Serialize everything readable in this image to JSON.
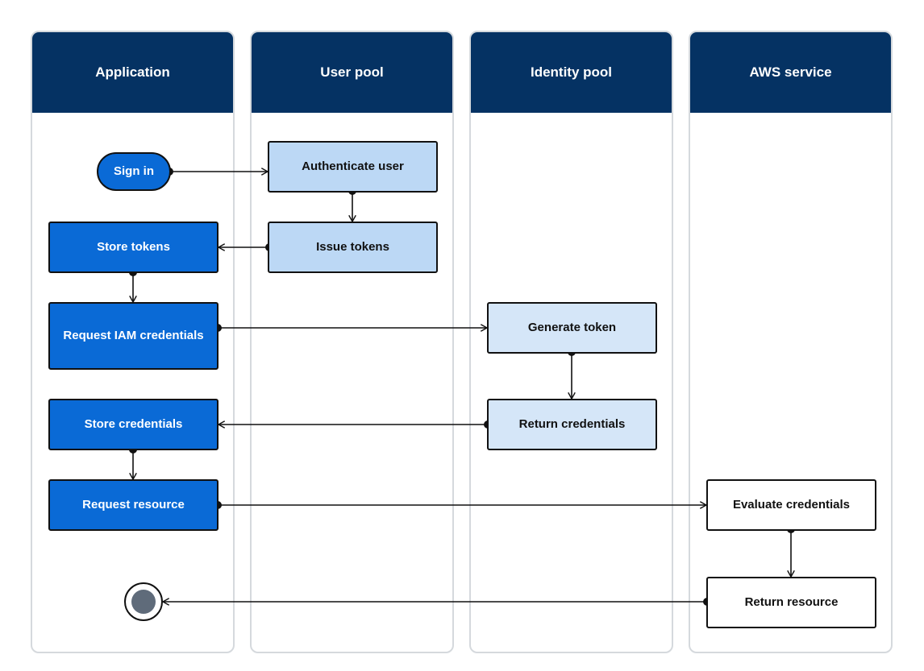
{
  "lanes": [
    {
      "title": "Application"
    },
    {
      "title": "User pool"
    },
    {
      "title": "Identity pool"
    },
    {
      "title": "AWS service"
    }
  ],
  "steps": {
    "sign_in": "Sign in",
    "authenticate_user": "Authenticate user",
    "issue_tokens": "Issue tokens",
    "store_tokens": "Store tokens",
    "request_iam_credentials": "Request IAM credentials",
    "generate_token": "Generate token",
    "return_credentials": "Return credentials",
    "store_credentials": "Store credentials",
    "request_resource": "Request resource",
    "evaluate_credentials": "Evaluate credentials",
    "return_resource": "Return resource"
  },
  "colors": {
    "header": "#053263",
    "app_step": "#0a6ad6",
    "user_pool_step": "#bcd8f5",
    "identity_pool_step": "#d5e6f8",
    "aws_step": "#ffffff",
    "end_state": "#5f6b7a"
  }
}
